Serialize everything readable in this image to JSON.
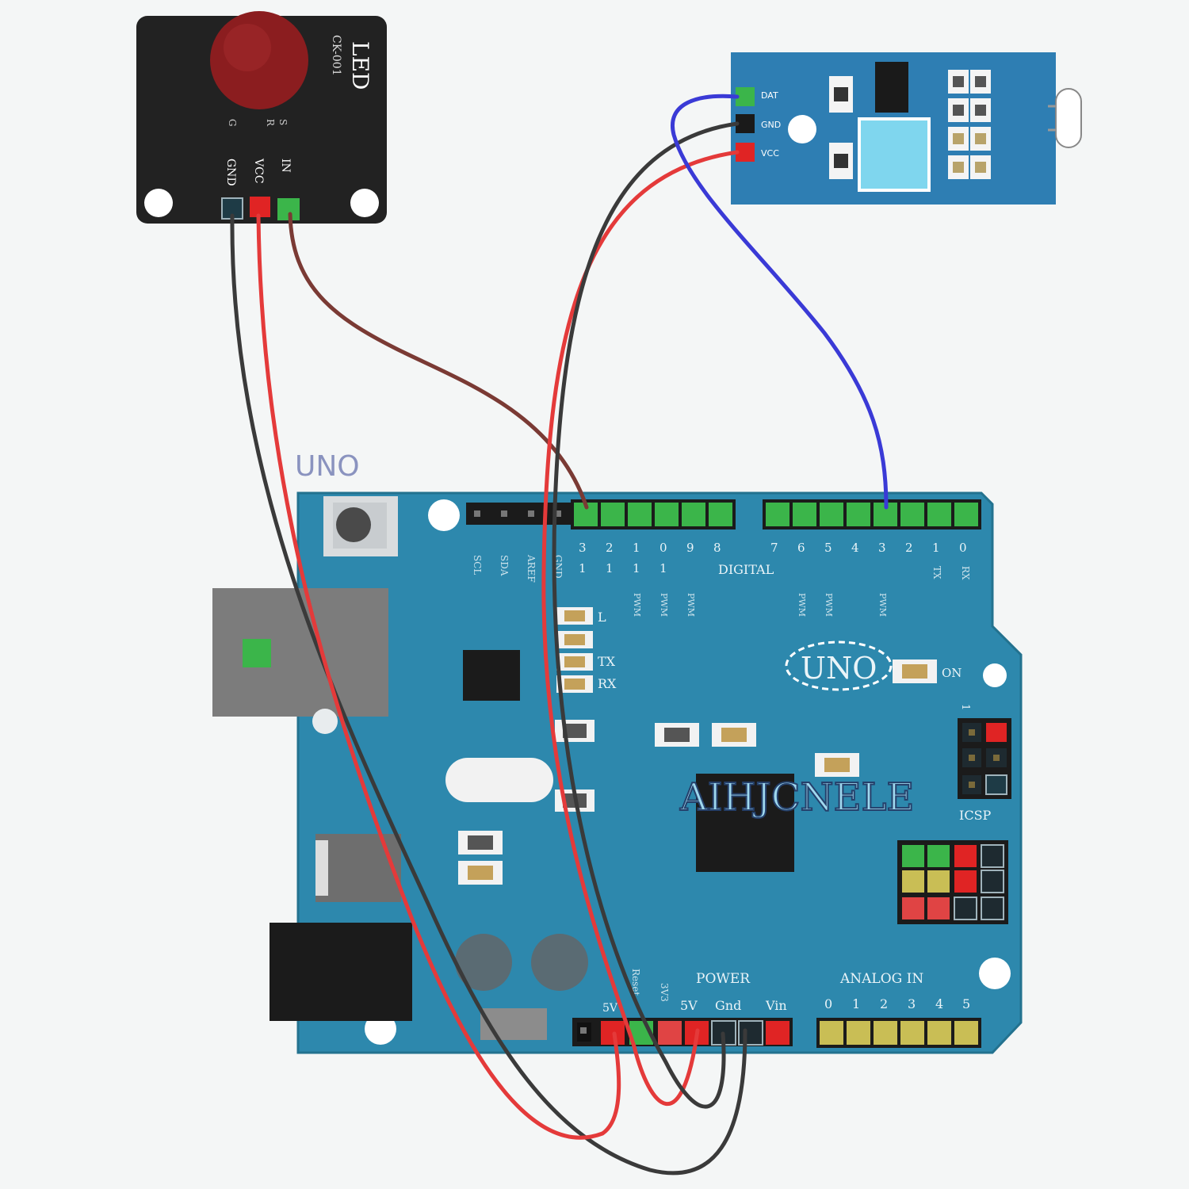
{
  "uno_caption": "UNO",
  "watermark": "AIHJCNELE",
  "led_module": {
    "title": "LED",
    "model": "CK-001",
    "pin_labels": [
      "GND",
      "VCC",
      "IN"
    ],
    "marks": [
      "G",
      "R",
      "S"
    ]
  },
  "sensor_module": {
    "pin_labels": [
      "DAT",
      "GND",
      "VCC"
    ]
  },
  "board": {
    "digital_label": "DIGITAL",
    "digital_high": [
      "3",
      "2",
      "1",
      "0",
      "9",
      "8"
    ],
    "digital_tens": [
      "1",
      "1",
      "1",
      "1"
    ],
    "digital_low": [
      "7",
      "6",
      "5",
      "4",
      "3",
      "2",
      "1",
      "0"
    ],
    "tx_rx_marks": [
      "TX",
      "RX"
    ],
    "top_left_labels": [
      "SCL",
      "SDA",
      "AREF",
      "GND"
    ],
    "pwm_label": "PWM",
    "led_labels": [
      "L",
      "TX",
      "RX"
    ],
    "logo": "UNO",
    "on_label": "ON",
    "icsp_label": "ICSP",
    "icsp_pin1": "1",
    "power_label": "POWER",
    "power_pins": [
      "5V",
      "Reset",
      "3V3",
      "5V",
      "Gnd",
      "Gnd",
      "Vin"
    ],
    "analog_label": "ANALOG IN",
    "analog_pins": [
      "0",
      "1",
      "2",
      "3",
      "4",
      "5"
    ]
  },
  "colors": {
    "board": "#2d88ad",
    "led_board": "#222222",
    "sensor_board": "#2e7eb3",
    "header_green": "#3bb54a",
    "header_yellow": "#c9be55",
    "pin_red": "#e02424",
    "wire_black": "#3a3a3a",
    "wire_red": "#e43a3a",
    "wire_brown": "#7a3a34",
    "wire_blue": "#3a3ad6"
  }
}
